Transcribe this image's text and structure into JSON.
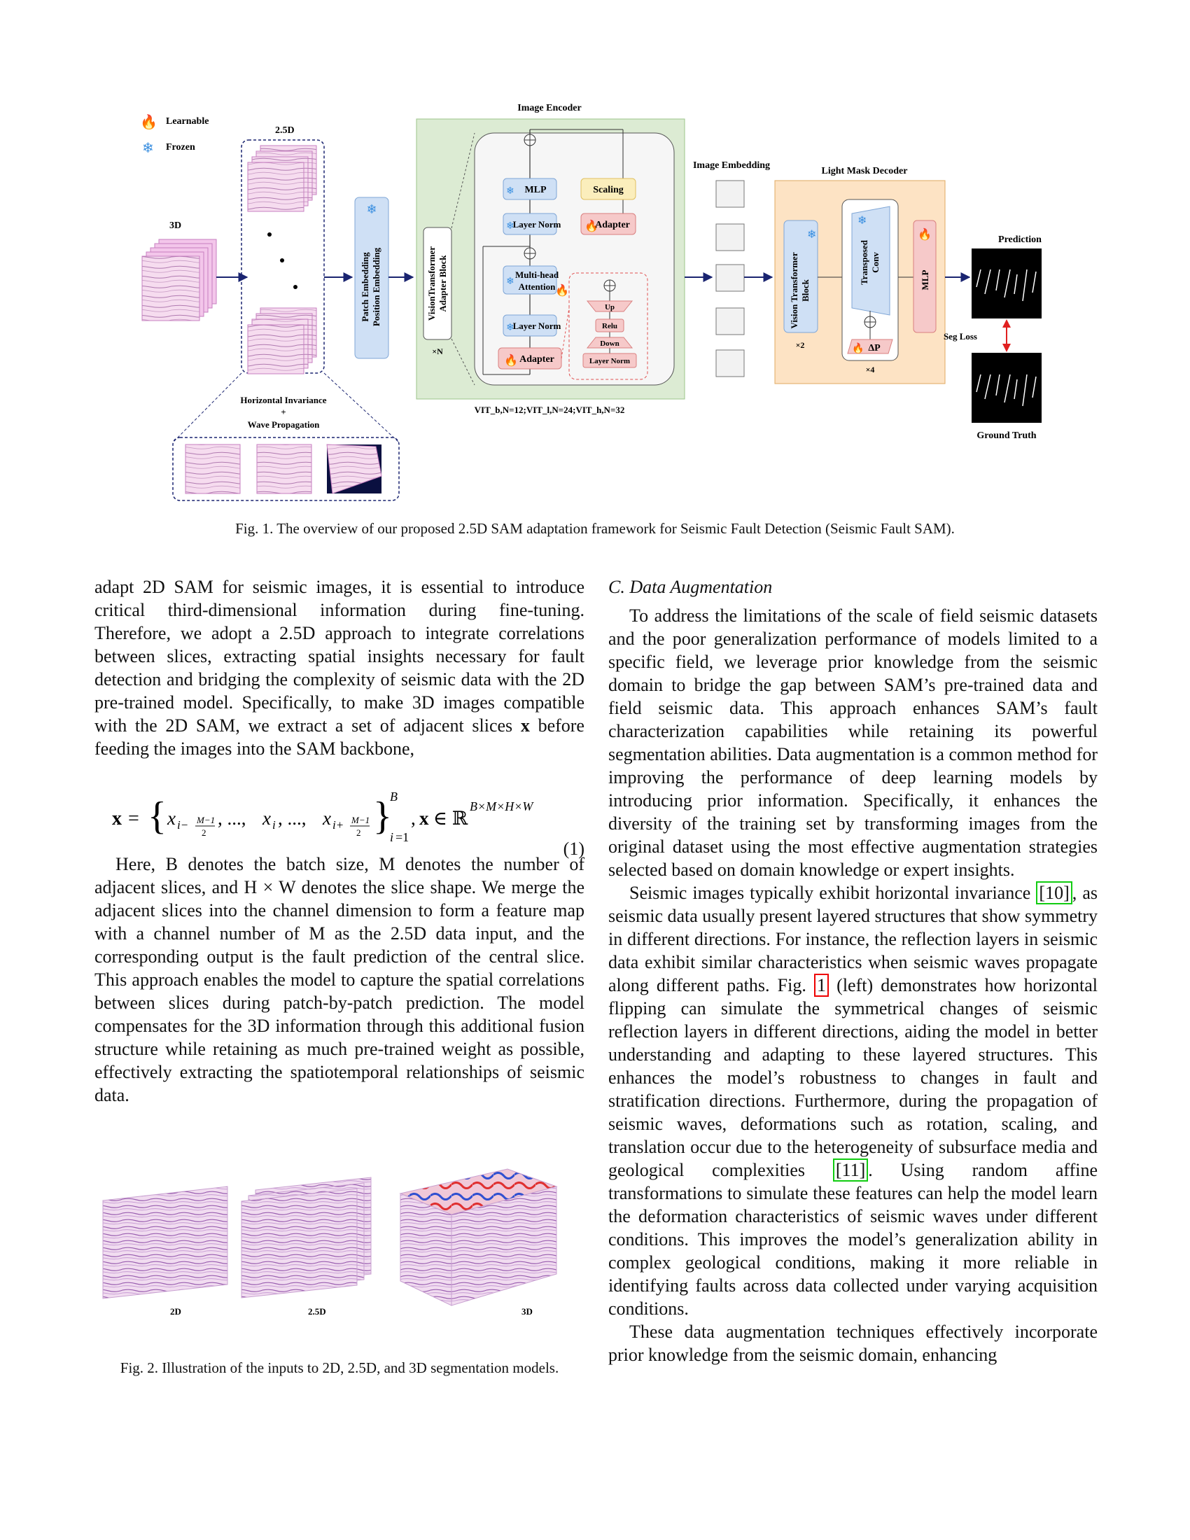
{
  "figure1": {
    "legend": {
      "learnable": "Learnable",
      "frozen": "Frozen"
    },
    "label_3d": "3D",
    "label_25d": "2.5D",
    "aug_label_1": "Horizontal Invariance",
    "aug_plus": "+",
    "aug_label_2": "Wave Propagation",
    "patch_embedding_1": "Patch Embedding",
    "patch_embedding_2": "Position Embedding",
    "image_encoder_title": "Image Encoder",
    "vit_adapter_1": "VisionTransformer",
    "vit_adapter_2": "Adapter Block",
    "times_n": "×N",
    "mlp": "MLP",
    "scaling": "Scaling",
    "layer_norm": "Layer Norm",
    "adapter": "Adapter",
    "mha_1": "Multi-head",
    "mha_2": "Attention",
    "up": "Up",
    "relu": "Relu",
    "down": "Down",
    "vit_sizes": "VIT_b,N=12;VIT_l,N=24;VIT_h,N=32",
    "image_embedding": "Image Embedding",
    "decoder_title": "Light Mask Decoder",
    "vtb_1": "Vision Transformer",
    "vtb_2": "Block",
    "times_2": "×2",
    "tconv_1": "Transposed",
    "tconv_2": "Conv",
    "delta_p": "ΔP",
    "times_4": "×4",
    "dec_mlp": "MLP",
    "prediction": "Prediction",
    "seg_loss": "Seg Loss",
    "ground_truth": "Ground Truth"
  },
  "caption1": "Fig. 1.  The overview of our proposed 2.5D SAM adaptation framework for Seismic Fault Detection (Seismic Fault SAM).",
  "left": {
    "p1a": "adapt 2D SAM for seismic images, it is essential to introduce critical third-dimensional information during fine-tuning. Therefore, we adopt a 2.5D approach to integrate correlations between slices, extracting spatial insights necessary for fault detection and bridging the complexity of seismic data with the 2D pre-trained model. Specifically, to make 3D images compatible with the 2D SAM, we extract a set of adjacent slices ",
    "p1_var": "x",
    "p1b": " before feeding the images into the SAM backbone,",
    "eq_number": "(1)",
    "p2": "Here, B denotes the batch size, M denotes the number of adjacent slices, and H × W denotes the slice shape. We merge the adjacent slices into the channel dimension to form a feature map with a channel number of M as the 2.5D data input, and the corresponding output is the fault prediction of the central slice. This approach enables the model to capture the spatial correlations between slices during patch-by-patch prediction. The model compensates for the 3D information through this additional fusion structure while retaining as much pre-trained weight as possible, effectively extracting the spatiotemporal relationships of seismic data."
  },
  "figure2": {
    "label_2d": "2D",
    "label_25d": "2.5D",
    "label_3d": "3D"
  },
  "caption2": "Fig. 2.  Illustration of the inputs to 2D, 2.5D, and 3D segmentation models.",
  "right": {
    "section": "C.  Data Augmentation",
    "p1": "To address the limitations of the scale of field seismic datasets and the poor generalization performance of models limited to a specific field, we leverage prior knowledge from the seismic domain to bridge the gap between SAM’s pre-trained data and field seismic data. This approach enhances SAM’s fault characterization capabilities while retaining its powerful segmentation abilities. Data augmentation is a common method for improving the performance of deep learning models by introducing prior information. Specifically, it enhances the diversity of the training set by transforming images from the original dataset using the most effective augmentation strategies selected based on domain knowledge or expert insights.",
    "p2a": "Seismic images typically exhibit horizontal invariance ",
    "ref10": "[10]",
    "p2b": ", as seismic data usually present layered structures that show symmetry in different directions. For instance, the reflection layers in seismic data exhibit similar characteristics when seismic waves propagate along different paths. Fig. ",
    "ref_fig1": "1",
    "p2c": " (left) demonstrates how horizontal flipping can simulate the symmetrical changes of seismic reflection layers in different directions, aiding the model in better understanding and adapting to these layered structures. This enhances the model’s robustness to changes in fault and stratification directions. Furthermore, during the propagation of seismic waves, deformations such as rotation, scaling, and translation occur due to the heterogeneity of subsurface media and geological complexities ",
    "ref11": "[11]",
    "p2d": ". Using random affine transformations to simulate these features can help the model learn the deformation characteristics of seismic waves under different conditions. This improves the model’s generalization ability in complex geological conditions, making it more reliable in identifying faults across data collected under varying acquisition conditions.",
    "p3": "These data augmentation techniques effectively incorporate prior knowledge from the seismic domain, enhancing"
  },
  "colors": {
    "encoder_bg": "#dcebd3",
    "decoder_bg": "#fde3c4",
    "blue_box": "#cfe0f5",
    "red_box": "#f6c9c9",
    "yellow_box": "#fbeebc",
    "pink_slice": "#f3d9ee",
    "arrow": "#1a2470"
  }
}
